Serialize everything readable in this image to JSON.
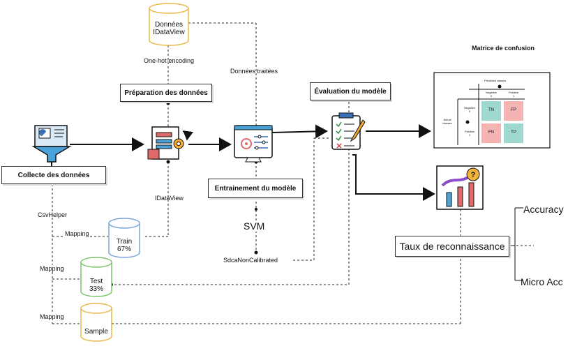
{
  "nodes": {
    "donnees": {
      "line1": "Données",
      "line2": "IDataView"
    },
    "train": {
      "line1": "Train",
      "line2": "67%"
    },
    "test": {
      "line1": "Test",
      "line2": "33%"
    },
    "sample": {
      "line1": "Sample"
    }
  },
  "steps": {
    "collecte": "Collecte des données",
    "preparation": "Préparation des données",
    "entrainement": "Entrainement du modèle",
    "evaluation": "Évaluation du modèle",
    "taux": "Taux de reconnaissance"
  },
  "labels": {
    "one_hot": "One-hot-encoding",
    "donnees_traitees": "Données traitées",
    "idataview": "IDataView",
    "csvhelper": "CsvHelper",
    "mapping_train": "Mapping",
    "mapping_test": "Mapping",
    "mapping_sample": "Mapping",
    "svm": "SVM",
    "sdca": "SdcaNonCalibrated",
    "accuracy": "Accuracy",
    "micro_acc": "Micro Acc"
  },
  "confusion": {
    "title": "Matrice de confusion",
    "predicted_header": "Predicted classes",
    "neg_label": "Negative",
    "neg_value": "0",
    "pos_label": "Positive",
    "pos_value": "1",
    "actual_label": "Actual",
    "actual_label2": "classes",
    "row_neg": "Negative",
    "row_neg_value": "0",
    "row_pos": "Positive",
    "row_pos_value": "1",
    "tn": "TN",
    "fp": "FP",
    "fn": "FN",
    "tp": "TP"
  },
  "colors": {
    "data_cylinder": "#e8b94a",
    "train_cylinder": "#7aa6d8",
    "test_cylinder": "#7cc36a",
    "sample_cylinder": "#e8b94a",
    "tn_fill": "#9fd8d0",
    "fp_fill": "#f6b3b3",
    "fn_fill": "#f6b3b3",
    "tp_fill": "#9fd8d0"
  },
  "icons": [
    "data-funnel-icon",
    "data-preparation-gear-icon",
    "training-monitor-gear-icon",
    "evaluation-checklist-icon",
    "growth-chart-question-icon"
  ]
}
